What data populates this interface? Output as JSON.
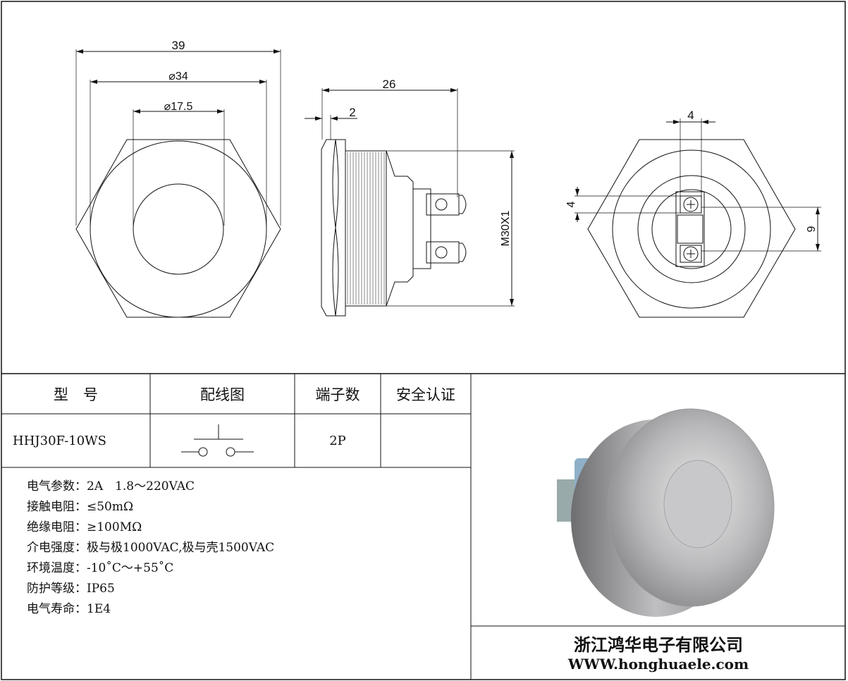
{
  "drawing": {
    "front_view": {
      "width_label": "39",
      "outer_dia_label": "⌀34",
      "inner_dia_label": "⌀17.5"
    },
    "side_view": {
      "length_label": "26",
      "flange_label": "2",
      "thread_label": "M30X1"
    },
    "rear_view": {
      "terminal_width_label": "4",
      "terminal_height_label": "4",
      "terminal_pitch_label": "9"
    }
  },
  "table": {
    "headers": [
      "型　号",
      "配线图",
      "端子数",
      "安全认证"
    ],
    "row": {
      "model": "HHJ30F-10WS",
      "terminals": "2P",
      "certification": ""
    }
  },
  "specs": [
    "电气参数：2A　1.8～220VAC",
    "接触电阻：≤50mΩ",
    "绝缘电阻：≥100MΩ",
    "介电强度：极与极1000VAC,极与壳1500VAC",
    "环境温度：-10˚C～+55˚C",
    "防护等级：IP65",
    "电气寿命：1E4"
  ],
  "company": {
    "name": "浙江鸿华电子有限公司",
    "website": "WWW.honghuaele.com"
  }
}
